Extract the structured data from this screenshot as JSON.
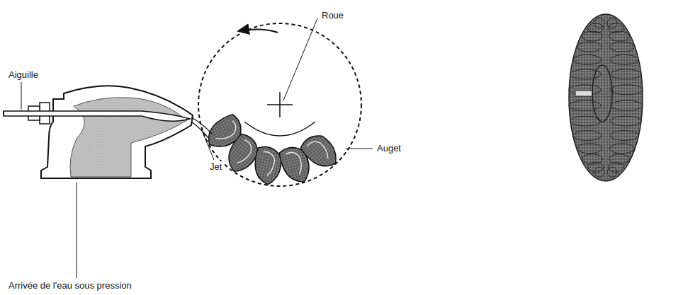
{
  "diagram": {
    "labels": [
      "Roue",
      "Auget",
      "Aiguille",
      "Jet",
      "Arrivée de l'eau sous pression"
    ]
  }
}
